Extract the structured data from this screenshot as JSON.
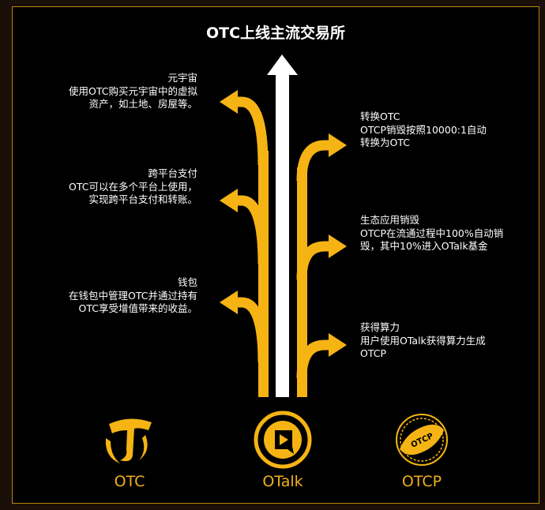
{
  "title": "OTC上线主流交易所",
  "left_items": [
    {
      "heading": "元宇宙",
      "lines": [
        "使用OTC购买元宇宙中的虚拟",
        "资产，如土地、房屋等。"
      ]
    },
    {
      "heading": "跨平台支付",
      "lines": [
        "OTC可以在多个平台上使用，",
        "实现跨平台支付和转账。"
      ]
    },
    {
      "heading": "钱包",
      "lines": [
        "在钱包中管理OTC并通过持有",
        "OTC享受增值带来的收益。"
      ]
    }
  ],
  "right_items": [
    {
      "heading": "转换OTC",
      "lines": [
        "OTCP销毁按照10000:1自动",
        "转换为OTC"
      ]
    },
    {
      "heading": "生态应用销毁",
      "lines": [
        "OTCP在流通过程中100%自动销",
        "毁，其中10%进入OTalk基金"
      ]
    },
    {
      "heading": "获得算力",
      "lines": [
        "用户使用OTalk获得算力生成",
        "OTCP"
      ]
    }
  ],
  "logos": [
    {
      "label": "OTC",
      "icon": "otc-logo-icon"
    },
    {
      "label": "OTalk",
      "icon": "otalk-logo-icon"
    },
    {
      "label": "OTCP",
      "icon": "otcp-logo-icon",
      "badge_text": "OTCP"
    }
  ],
  "colors": {
    "accent": "#f5b414",
    "arrow_main": "#ffffff",
    "background": "#000000",
    "border": "#b8860b"
  }
}
